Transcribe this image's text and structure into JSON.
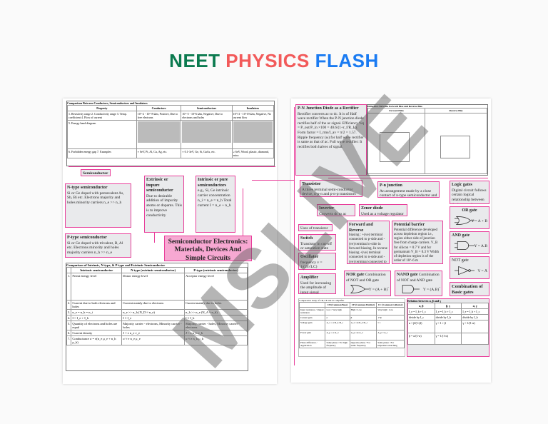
{
  "title": {
    "part1": "NEET",
    "part2": "PHYSICS",
    "part3": "FLASH",
    "colors": {
      "part1": "#0b7a4f",
      "part2": "#f25a5a",
      "part3": "#1a7bf2"
    }
  },
  "watermark": "MSLIVE",
  "left_sheet": {
    "comparison_table": {
      "caption": "Comparison Between Conductors, Semiconductors and Insulators",
      "headers": [
        "Property",
        "Conductors",
        "Semiconductors",
        "Insulators"
      ],
      "rows": [
        [
          "1. Resistivity range 2. Conductivity range 3. Temp. coefficient 4. Flow of current",
          "10^-2 - 10^-8 Ωm, Positive, Due to free electrons",
          "10^-5 - 10^6 Ωm, Negative, Due to electrons and holes",
          "10^11 - 10^19 Ωm, Negative, No current flow"
        ],
        [
          "5. Energy band diagram",
          "",
          "",
          ""
        ],
        [
          "6. Forbidden energy gap 7. Examples",
          "≈ 0eV, Pt, Al, Cu, Ag, etc.",
          "≈ 0.1-3eV, Ge, Si, GaAs, etc.",
          "≥ 6eV, Wood, plastic, diamond, mica"
        ]
      ]
    },
    "semiconductor_label": "Semiconductor",
    "n_type": {
      "title": "N-type semiconductor",
      "text": "Si or Ge doped with pentavalent As, Sb, Bi etc. Electrons majority and holes minority carriers n_e >> n_h"
    },
    "extrinsic": {
      "title": "Extrinsic or impure semiconductor",
      "text": "Due to desirable addition of impurity atoms or dopants. This is to improve conductivity"
    },
    "intrinsic": {
      "title": "Intrinsic or pure semiconductors",
      "text": "e.g., Si, Ge intrinsic carrier concentration n_i = n_e = n_h Total current I = n_e + n_h"
    },
    "p_type": {
      "title": "P-type semiconductor",
      "text": "Si or Ge doped with trivalent, B, Al etc. Electrons minority and holes majority carriers n_h >> n_e"
    },
    "main_title": "Semiconductor Electronics: Materials, Devices And Simple Circuits",
    "band_table": {
      "caption": "Comparison of Intrinsic, N-type, & P-type and Extrinsic Semiconductor",
      "headers": [
        "",
        "Intrinsic semiconductor",
        "N-type (extrinsic semiconductor)",
        "P-type (extrinsic semiconductor)"
      ],
      "rows": [
        [
          "1.",
          "Fermi energy level",
          "Donor energy level",
          "Acceptor energy level"
        ],
        [
          "2.",
          "Current due to both electrons and holes",
          "Current mainly due to electrons",
          "Current mainly due to holes"
        ],
        [
          "3.",
          "n_e = n_h = n_i",
          "n_e >> n_h (N_D ≈ n_e)",
          "n_h >> n_e (N_A ≈ n_h)"
        ],
        [
          "4.",
          "I = I_e + I_h",
          "I ≈ I_e",
          "I ≈ I_h"
        ],
        [
          "5.",
          "Quantity of electrons and holes are equal",
          "Majority carrier - electrons, Minority carrier - holes",
          "Majority carrier - holes, Minority carrier - electrons"
        ],
        [
          "6.",
          "Current density",
          "J = e n_e v_e",
          "J = e n_h v_h"
        ],
        [
          "7.",
          "Conductance σ = e(n_e μ_e + n_h μ_h)",
          "σ ≈ e n_e μ_e",
          "σ ≈ e n_h μ_h"
        ]
      ]
    }
  },
  "right_sheet": {
    "rectifier": {
      "title": "P-N Junction Diode as a Rectifier",
      "text": "Rectifier converts ac to dc. It is of Half wave rectifier When the P-N junction diode rectifies half of the ac signal. Efficiency %η = P_out/P_in ×100 = 40.6/(1+r_f/R_L). Form factor = I_rms/I_av = π/2 = 1.57. Ripple frequency (ω) for half wave rectifier is same as that of ac. Full wave rectifier: It rectifies both halves of signal."
    },
    "bias_table": {
      "caption": "Difference Between Forward Bias and Reverse Bias",
      "headers": [
        "Forward Bias",
        "Reverse Bias"
      ]
    },
    "transistor": {
      "title": "Transistor",
      "text": "A three terminal semi-conductor device, n-p-n and p-n-p transistors CE, CB and CC configuration"
    },
    "pn_junction": {
      "title": "P-n junction",
      "text": "An arrangement made by a close contact of n-type semiconductor and p-type semiconductor"
    },
    "logic_gates": {
      "title": "Logic gates",
      "text": "Digital circuit follows certain logical relationship between the input and output voltage"
    },
    "inverter": {
      "title": "Inverter",
      "text": "Converts dc to ac"
    },
    "zener": {
      "title": "Zener diode",
      "text": "Used as a voltage regulator"
    },
    "uses": "Uses of transistor",
    "switch": {
      "title": "Switch",
      "text": "Transistor in cut-off or saturation state"
    },
    "oscillator": {
      "title": "Oscillator",
      "text": "frequency v = 1/(2π√LC)"
    },
    "amplifier": {
      "title": "Amplifier",
      "text": "Used for increasing the amplitude of input signal"
    },
    "fwd_rev": {
      "title": "Forward and Reverse",
      "text": "biasing : +(ve) terminal connected to p-side and -(ve) terminal n-side in forward biasing. In reverse biasing +(ve) terminal connected to n-side and -(ve) terminal connected to P-side of diode"
    },
    "barrier": {
      "title": "Potential barrier",
      "text": "Potential difference developed across depletion region i.e., region either side of junction free from charge carriers. V_B for silicon = 0.7 V and for germanium V_B = 0.3 V Width of depletion region is of the order of 10^-6 m"
    },
    "or_gate": {
      "title": "OR gate",
      "out": "Y = A + B"
    },
    "and_gate": {
      "title": "AND gate",
      "out": "Y = A.B"
    },
    "not_gate": {
      "title": "NOT gate",
      "out": "Y = Ā"
    },
    "nor_gate": {
      "title": "NOR gate",
      "text": "Combination of NOT and OR gate",
      "out": "Y = (A + B)‾"
    },
    "nand_gate": {
      "title": "NAND gate",
      "text": "Combination of NOT and AND gate",
      "out": "Y = (A.B)‾"
    },
    "combination": "Combination of Basic gates",
    "amp_table": {
      "caption": "Comparative study of CB, CE and CC amplifier",
      "headers": [
        "",
        "CB (Common Base)",
        "CE (Common Emitter)",
        "CC (Common Collector)"
      ],
      "rows": [
        [
          "Input resistance / Output resistance",
          "Low / Very high",
          "High / Low",
          "Very high / Low"
        ],
        [
          "Current gain",
          "α",
          "β",
          "1+β"
        ],
        [
          "Voltage gain",
          "A_v = α R_L/R_i",
          "A_v = β R_L/R_i",
          "≈ 1"
        ],
        [
          "Power gain",
          "A_p = α A_v",
          "A_p = β A_v",
          "A_p ≈ A_i"
        ],
        [
          "Phase difference / Application",
          "Same phase / For high frequency",
          "Opposite phase / For audio frequency",
          "Same phase / For impedance matching"
        ]
      ]
    },
    "relation_table": {
      "caption": "Relation between α, β and γ",
      "headers": [
        "α, β",
        "β, γ",
        "α, γ"
      ],
      "rows": [
        [
          "I_e = I_b + I_c",
          "I_e = I_b + I_c",
          "I_e = I_b + I_c"
        ],
        [
          "divide by I_c",
          "divide by I_b",
          "divide by I_b"
        ],
        [
          "α = β/(1+β)",
          "γ = 1 + β",
          "γ = 1/(1-α)"
        ],
        [
          "β = α/(1-α)",
          "γ = 1/(1-α)",
          ""
        ]
      ]
    }
  }
}
